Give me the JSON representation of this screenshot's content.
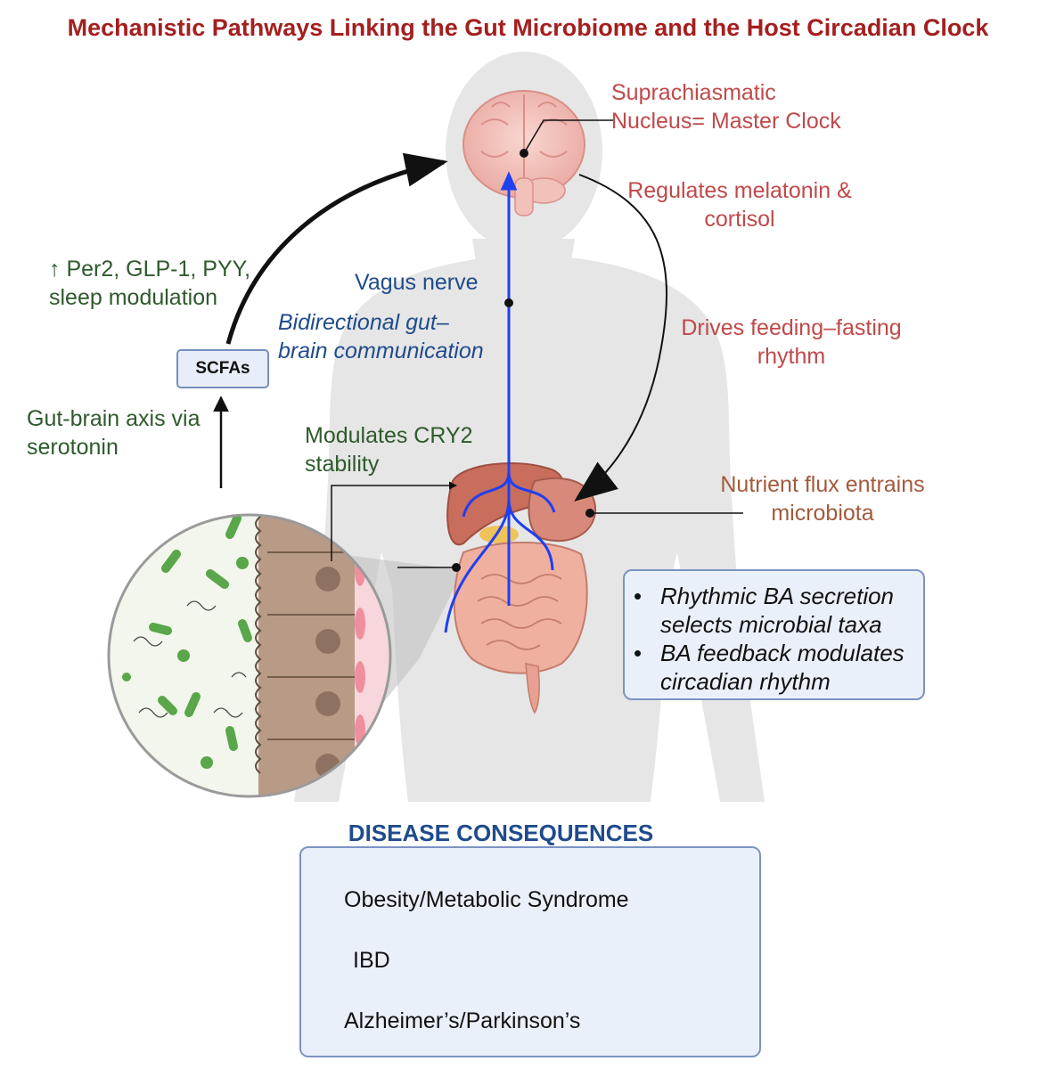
{
  "title": "Mechanistic Pathways Linking the Gut Microbiome and the Host Circadian Clock",
  "scn": {
    "line1": "Suprachiasmatic",
    "line2": "Nucleus=  Master Clock"
  },
  "melatonin": {
    "line1": "Regulates melatonin &",
    "line2": "cortisol"
  },
  "feeding": {
    "line1": "Drives feeding–fasting",
    "line2": "rhythm"
  },
  "nutrient": {
    "line1": "Nutrient flux entrains",
    "line2": "microbiota"
  },
  "per2": {
    "line1": "↑ Per2, GLP-1, PYY,",
    "line2": "sleep modulation"
  },
  "scfa_label": "SCFAs",
  "serotonin": {
    "line1": "Gut-brain axis via",
    "line2": "serotonin"
  },
  "vagus": "Vagus nerve",
  "bidirectional": {
    "line1": "Bidirectional gut–",
    "line2": "brain communication"
  },
  "cry2": {
    "line1": "Modulates CRY2",
    "line2": "stability"
  },
  "bile_acids": {
    "item1": {
      "line1": "Rhythmic BA secretion",
      "line2": "selects microbial taxa"
    },
    "item2": {
      "line1": "BA feedback modulates",
      "line2": "circadian rhythm"
    }
  },
  "disease": {
    "heading": "DISEASE CONSEQUENCES",
    "items": [
      "Obesity/Metabolic Syndrome",
      "IBD",
      "Alzheimer’s/Parkinson’s"
    ]
  },
  "colors": {
    "title": "#a41f1f",
    "red_text": "#c0494a",
    "brown_text": "#a35a3d",
    "green_text": "#2f5a2c",
    "blue_text": "#1f4b8c",
    "vagus_line": "#1f3ff0",
    "box_fill": "#eaf0fa",
    "box_border": "#7b93c4"
  }
}
